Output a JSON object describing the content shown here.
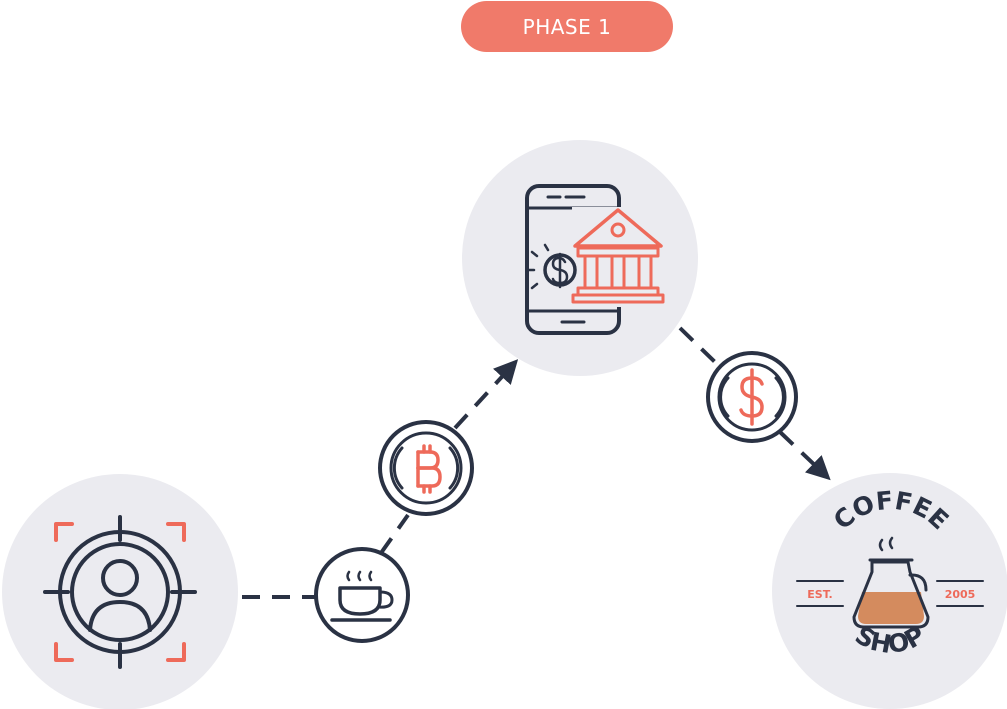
{
  "phase": {
    "label": "PHASE 1"
  },
  "coffee_logo": {
    "top_word": "COFFEE",
    "bottom_word": "SHOP",
    "left_badge": "EST.",
    "right_badge": "2005"
  },
  "colors": {
    "accent": "#f07a6a",
    "navy": "#2a3244",
    "circle_bg": "#ebebf0"
  },
  "icons": {
    "user": "target-user-icon",
    "bank": "mobile-bank-icon",
    "cup": "coffee-cup-icon",
    "bitcoin": "bitcoin-coin-icon",
    "dollar": "dollar-coin-icon",
    "shop": "coffee-shop-logo"
  }
}
